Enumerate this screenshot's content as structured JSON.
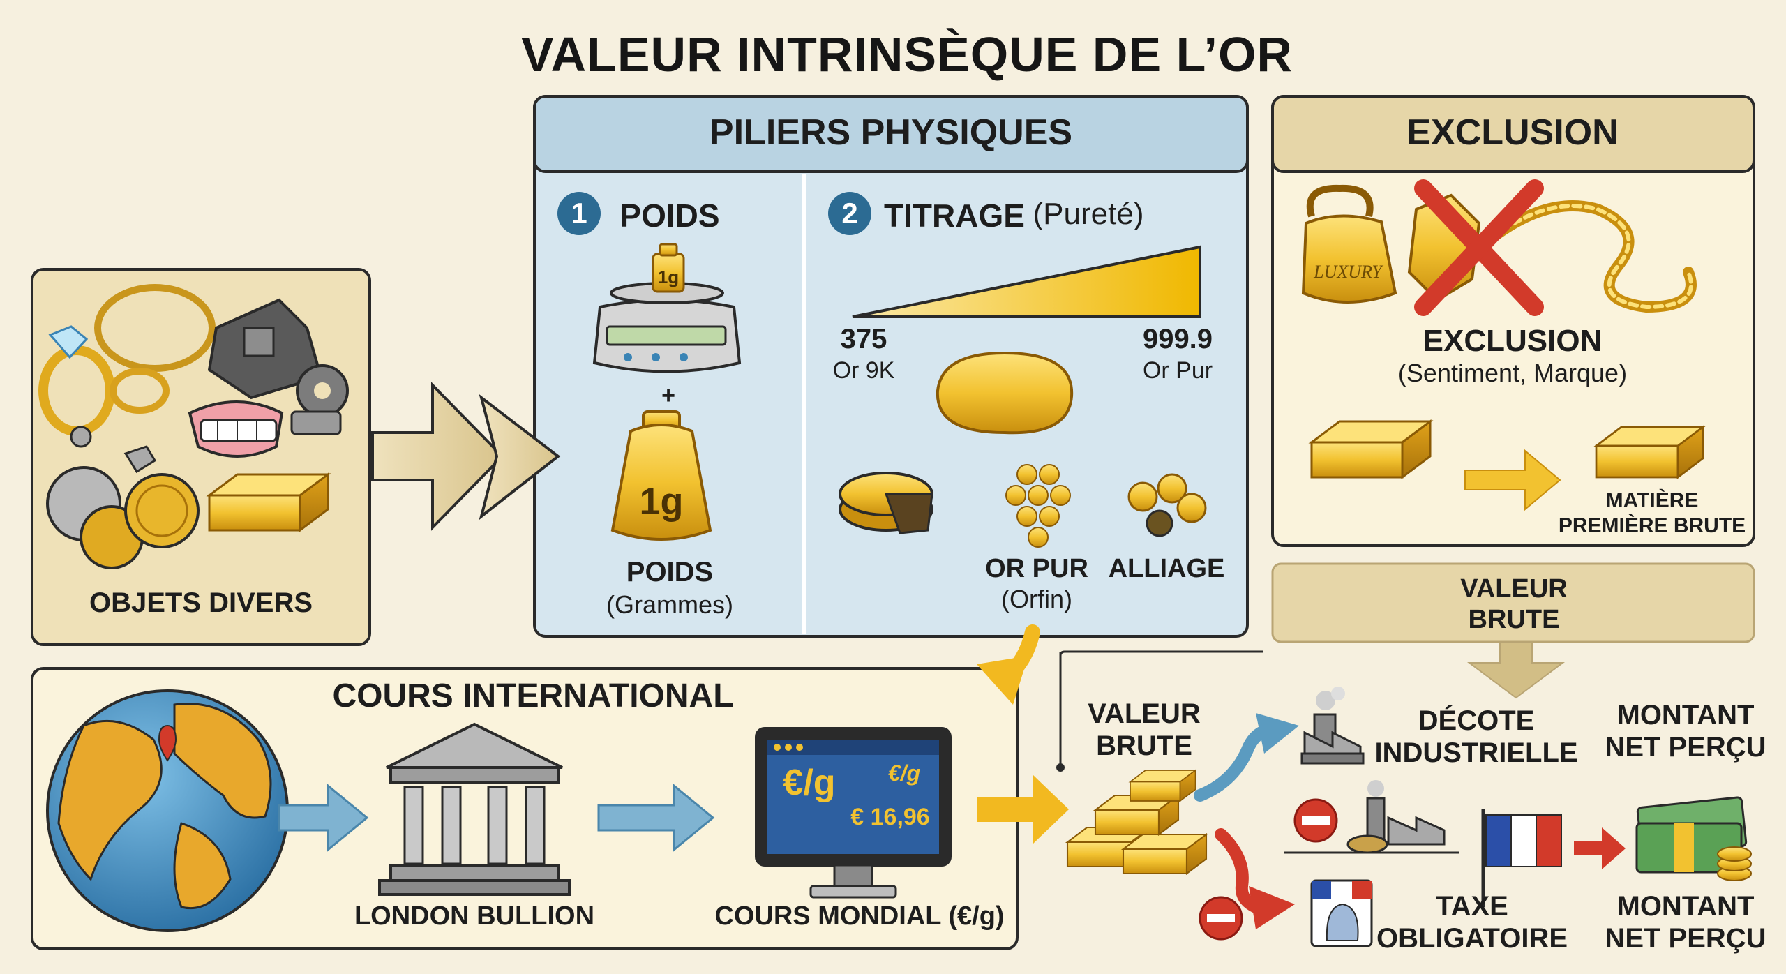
{
  "title": "VALEUR INTRINSÈQUE DE L’OR",
  "objets": {
    "label": "OBJETS DIVERS"
  },
  "piliers": {
    "header": "PILIERS PHYSIQUES",
    "poids": {
      "num": "1",
      "title": "POIDS",
      "scale_weight": "1g",
      "plus": "+",
      "weight_label": "1g",
      "label": "POIDS",
      "sub": "(Grammes)"
    },
    "titrage": {
      "num": "2",
      "title": "TITRAGE",
      "title_sub": "(Pureté)",
      "low_value": "375",
      "low_label": "Or 9K",
      "high_value": "999.9",
      "high_label": "Or Pur",
      "orpur_label": "OR PUR",
      "orpur_sub": "(Orfin)",
      "alliage_label": "ALLIAGE"
    }
  },
  "exclusion": {
    "header": "EXCLUSION",
    "bag_text": "LUXURY",
    "label": "EXCLUSION",
    "sub": "(Sentiment, Marque)",
    "matiere": "MATIÈRE\nPREMIÈRE BRUTE"
  },
  "valeur_brute_box": {
    "label": "VALEUR\nBRUTE"
  },
  "cours": {
    "header": "COURS INTERNATIONAL",
    "london": "LONDON BULLION",
    "mondial": "COURS MONDIAL (€/g)",
    "screen_big": "€/g",
    "screen_small": "€/g",
    "screen_price": "€ 16,96"
  },
  "valeur_brute_flow": {
    "label": "VALEUR\nBRUTE"
  },
  "decote": {
    "label": "DÉCOTE\nINDUSTRIELLE"
  },
  "montant1": {
    "label": "MONTANT\nNET PERÇU"
  },
  "taxe": {
    "label": "TAXE\nOBLIGATOIRE"
  },
  "montant2": {
    "label": "MONTANT\nNET PERÇU"
  },
  "colors": {
    "gold": "#f2c230",
    "panel_blue": "#d6e6ef",
    "panel_tan": "#e6d6a8",
    "panel_cream": "#faf3dc",
    "badge_blue": "#2c6b93",
    "minus_red": "#d23a2a",
    "arrow_blue": "#5b9bc0"
  },
  "icons": [
    "diamond-ring-icon",
    "gold-bar-icon",
    "scale-icon",
    "weight-icon",
    "globe-icon",
    "bank-icon",
    "monitor-icon",
    "factory-icon",
    "french-flag-icon",
    "marianne-icon",
    "cash-icon",
    "cross-icon",
    "minus-icon"
  ]
}
